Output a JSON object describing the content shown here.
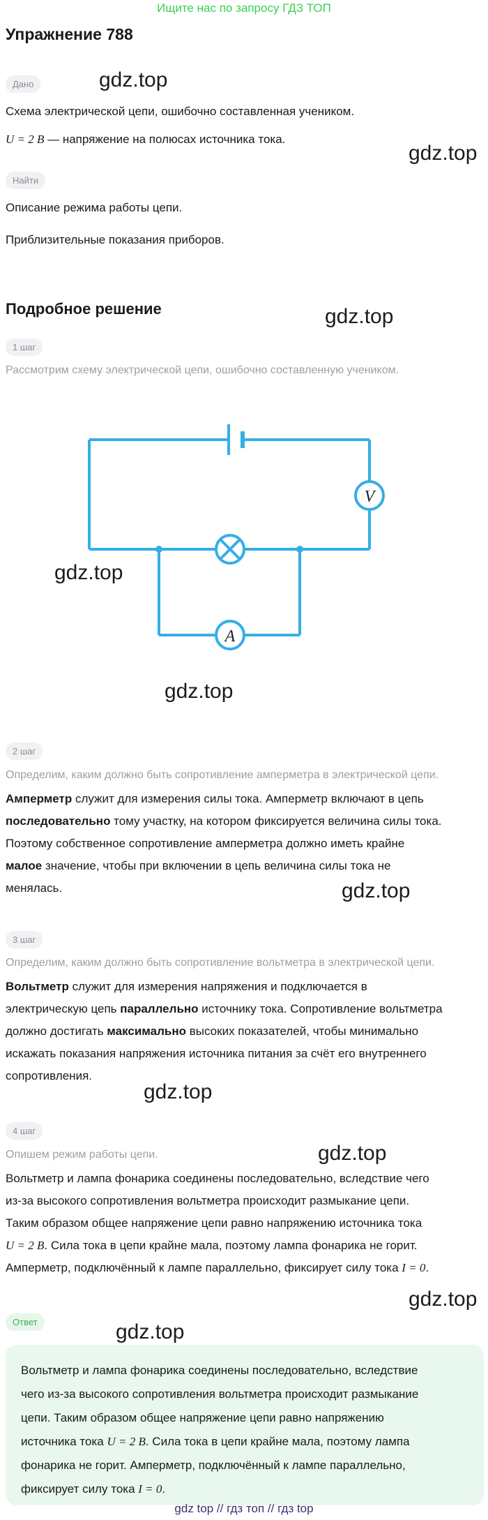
{
  "banner": "Ищите нас по запросу ГДЗ ТОП",
  "title": "Упражнение 788",
  "given": {
    "chip": "Дано",
    "line1": "Схема электрической цепи, ошибочно составленная учеником.",
    "line2_math": "U = 2 В",
    "line2_text": " — напряжение на полюсах источника тока."
  },
  "find": {
    "chip": "Найти",
    "line1": "Описание режима работы цепи.",
    "line2": "Приблизительные показания приборов."
  },
  "solution_title": "Подробное решение",
  "steps": [
    {
      "chip": "1 шаг",
      "lead": "Рассмотрим схему электрической цепи, ошибочно составленную учеником."
    },
    {
      "chip": "2 шаг",
      "lead": "Определим, каким должно быть сопротивление амперметра в электрической цепи.",
      "b1": "Амперметр",
      "t1": " служит для измерения силы тока. Амперметр включают в цепь",
      "b2": "последовательно",
      "t2": " тому участку, на котором фиксируется величина силы тока.",
      "t3": "Поэтому собственное сопротивление амперметра должно иметь крайне",
      "b4": "малое",
      "t4": " значение, чтобы при включении в цепь величина силы тока не",
      "t5": "менялась."
    },
    {
      "chip": "3 шаг",
      "lead": "Определим, каким должно быть сопротивление вольтметра в электрической цепи.",
      "b1": "Вольтметр",
      "t1": " служит для измерения напряжения и подключается в",
      "t2a": "электрическую цепь ",
      "b2": "параллельно",
      "t2b": " источнику тока. Сопротивление вольтметра",
      "t3a": "должно достигать ",
      "b3": "максимально",
      "t3b": " высоких показателей, чтобы минимально",
      "t4": "искажать показания напряжения источника питания за счёт его внутреннего",
      "t5": "сопротивления."
    },
    {
      "chip": "4 шаг",
      "lead": "Опишем режим работы цепи.",
      "l1": "Вольтметр и лампа фонарика соединены последовательно, вследствие чего",
      "l2": "из-за высокого сопротивления вольтметра происходит размыкание цепи.",
      "l3": "Таким образом общее напряжение цепи равно напряжению источника тока",
      "l4_math": "U = 2 В",
      "l4_text": ". Сила тока в цепи крайне мала, поэтому лампа фонарика не горит.",
      "l5_text": "Амперметр, подключённый к лампе параллельно, фиксирует силу тока ",
      "l5_math": "I = 0",
      "l5_end": "."
    }
  ],
  "circuit": {
    "voltmeter_label": "V",
    "ammeter_label": "A"
  },
  "answer": {
    "chip": "Ответ",
    "l1": "Вольтметр и лампа фонарика соединены последовательно, вследствие",
    "l2": "чего из-за высокого сопротивления вольтметра происходит размыкание",
    "l3": "цепи. Таким образом общее напряжение цепи равно напряжению",
    "l4_text": "источника тока ",
    "l4_math": "U = 2 В",
    "l4_end": ". Сила тока в цепи крайне мала, поэтому лампа",
    "l5": "фонарика не горит. Амперметр, подключённый к лампе параллельно,",
    "l6_text": "фиксирует силу тока ",
    "l6_math": "I = 0",
    "l6_end": "."
  },
  "watermark": "gdz.top",
  "footer": "gdz top  //  гдз топ  //  гдз top",
  "colors": {
    "circuit": "#35aee6",
    "banner": "#3ccf4e",
    "answer_bg": "#e9f8ee"
  }
}
